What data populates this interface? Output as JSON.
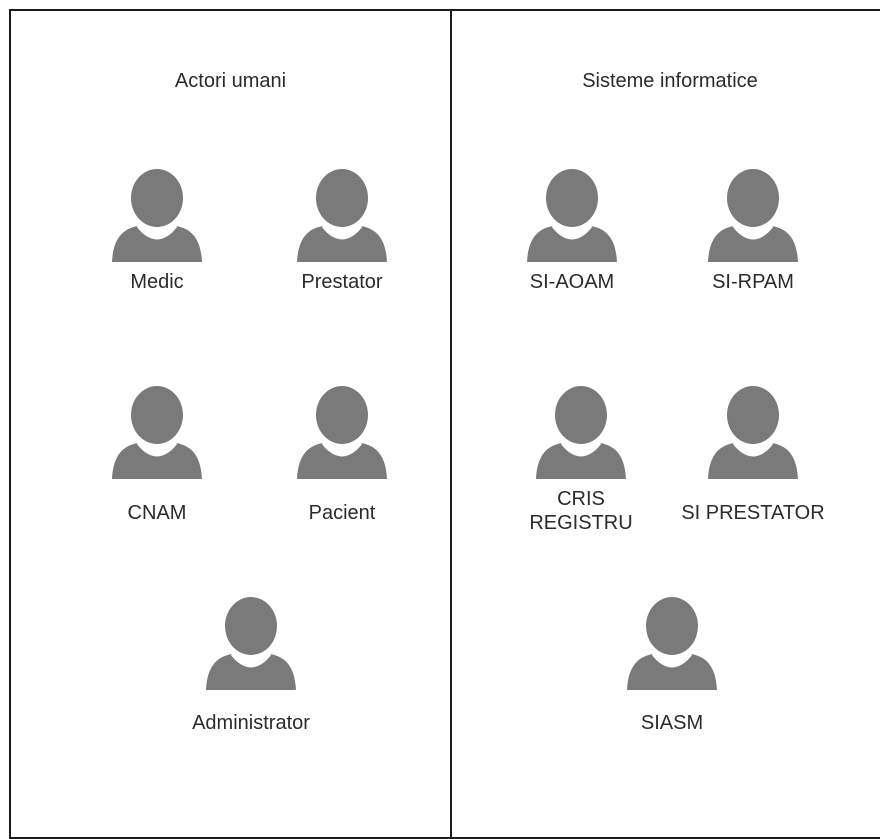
{
  "panels": [
    {
      "title": "Actori umani",
      "actors": [
        {
          "label": "Medic",
          "icon": "user-icon"
        },
        {
          "label": "Prestator",
          "icon": "user-icon"
        },
        {
          "label": "CNAM",
          "icon": "user-icon"
        },
        {
          "label": "Pacient",
          "icon": "user-icon"
        },
        {
          "label": "Administrator",
          "icon": "user-icon"
        }
      ]
    },
    {
      "title": "Sisteme informatice",
      "actors": [
        {
          "label": "SI-AOAM",
          "icon": "user-icon"
        },
        {
          "label": "SI-RPAM",
          "icon": "user-icon"
        },
        {
          "label": "CRIS\nREGISTRU",
          "icon": "user-icon"
        },
        {
          "label": "SI PRESTATOR",
          "icon": "user-icon"
        },
        {
          "label": "SIASM",
          "icon": "user-icon"
        }
      ]
    }
  ],
  "colors": {
    "icon_fill": "#7a7a7a",
    "border": "#1a1a1a",
    "text": "#2b2b2b",
    "background": "#ffffff"
  }
}
